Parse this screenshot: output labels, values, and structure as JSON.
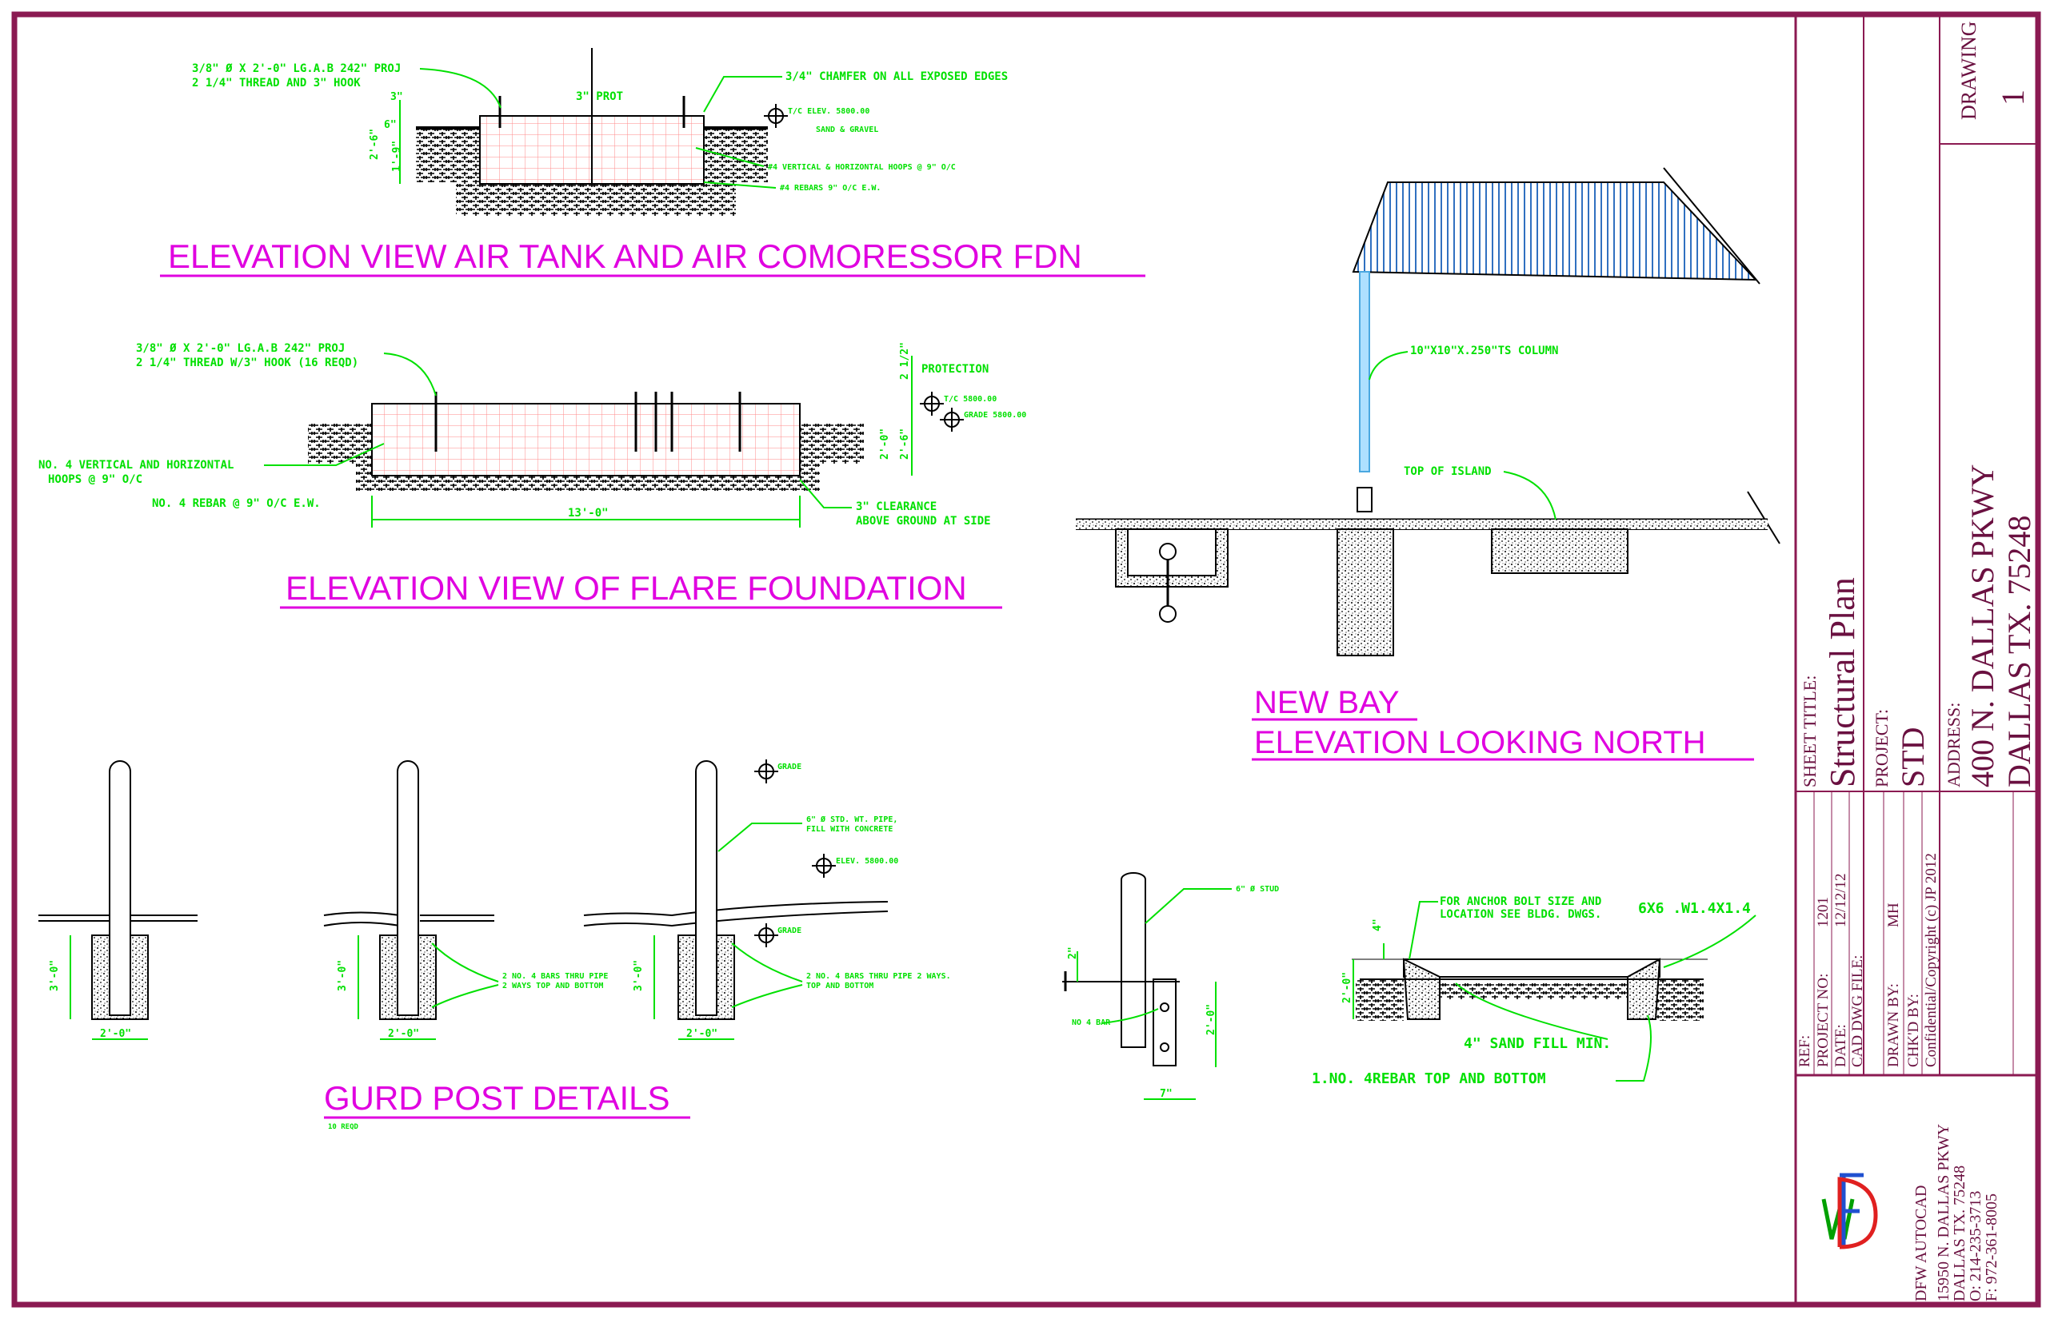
{
  "colors": {
    "border": "#8b1a52",
    "annotation": "#00e000",
    "title": "#e000e0",
    "rebar": "#ff6a6a",
    "column": "#4aa8e0",
    "line": "#000000"
  },
  "views": {
    "air_tank": {
      "title": "ELEVATION VIEW  AIR TANK AND AIR COMORESSOR FDN",
      "notes": [
        "3/8\" Ø X 2'-0\" LG.A.B 242\" PROJ",
        "2 1/4\" THREAD AND 3\" HOOK",
        "3/4\" CHAMFER ON ALL EXPOSED EDGES",
        "3\" PROT",
        "T/C ELEV. 5800.00",
        "SAND & GRAVEL",
        "#4 VERTICAL & HORIZONTAL HOOPS @ 9\" O/C",
        "#4 REBARS 9\" O/C E.W."
      ],
      "dims": [
        "3\"",
        "2'-6\"",
        "6\"",
        "1'-9\""
      ]
    },
    "flare": {
      "title": "ELEVATION VIEW OF FLARE FOUNDATION",
      "notes": [
        "3/8\" Ø X 2'-0\" LG.A.B 242\" PROJ",
        "2 1/4\" THREAD W/3\" HOOK (16 REQD)",
        "NO. 4 VERTICAL AND HORIZONTAL",
        "HOOPS @ 9\" O/C",
        "NO. 4 REBAR @ 9\" O/C E.W.",
        "PROTECTION",
        "T/C 5800.00",
        "GRADE 5800.00",
        "3\" CLEARANCE",
        "ABOVE GROUND AT SIDE"
      ],
      "dims": [
        "13'-0\"",
        "2 1/2\"",
        "2'-0\"",
        "2'-6\""
      ]
    },
    "bay": {
      "title_line1": "NEW BAY",
      "title_line2": "ELEVATION LOOKING NORTH",
      "notes": [
        "10\"X10\"X.250\"TS COLUMN",
        "TOP OF ISLAND"
      ]
    },
    "guard": {
      "title": "GURD POST DETAILS",
      "sub": "10 REQD",
      "notes": [
        "6\" Ø STD. WT. PIPE,",
        "FILL WITH CONCRETE",
        "ELEV. 5800.00",
        "GRADE",
        "GRADE",
        "2 NO. 4 BARS THRU PIPE",
        "2 WAYS TOP AND BOTTOM",
        "2 NO. 4 BARS THRU PIPE 2 WAYS.",
        "TOP AND BOTTOM"
      ],
      "dims": [
        "3'-0\"",
        "2'-0\""
      ]
    },
    "stub": {
      "notes": [
        "6\" Ø STUD",
        "NO 4 BAR"
      ],
      "dims": [
        "2\"",
        "2'-0\"",
        "7\""
      ]
    },
    "slab": {
      "notes": [
        "FOR ANCHOR BOLT SIZE AND",
        "LOCATION SEE BLDG. DWGS.",
        "6X6 .W1.4X1.4",
        "4\" SAND FILL MIN.",
        "1.NO. 4REBAR TOP AND BOTTOM"
      ],
      "dims": [
        "4\"",
        "2'-0\""
      ]
    }
  },
  "title_block": {
    "drawing_label": "DRAWING",
    "drawing_no": "1",
    "sheet_title_label": "SHEET TITLE:",
    "sheet_title": "Structural Plan",
    "project_label": "PROJECT:",
    "project": "STD",
    "address_label": "ADDRESS:",
    "address_line1": "400 N. DALLAS PKWY",
    "address_line2": "DALLAS TX. 75248",
    "ref_label": "REF:",
    "project_no_label": "PROJECT NO:",
    "project_no": "1201",
    "date_label": "DATE:",
    "date": "12/12/12",
    "cad_label": "CAD DWG FILE:",
    "drawn_label": "DRAWN BY:",
    "drawn": "MH",
    "chkd_label": "CHK'D BY:",
    "copyright": "Confidential/Copyright (c) JP 2012",
    "company": "DFW AUTOCAD",
    "company_addr": "15950 N. DALLAS PKWY",
    "company_city": "DALLAS TX. 75248",
    "company_office": "O: 214-235-3713",
    "company_fax": "F: 972-361-8005"
  }
}
